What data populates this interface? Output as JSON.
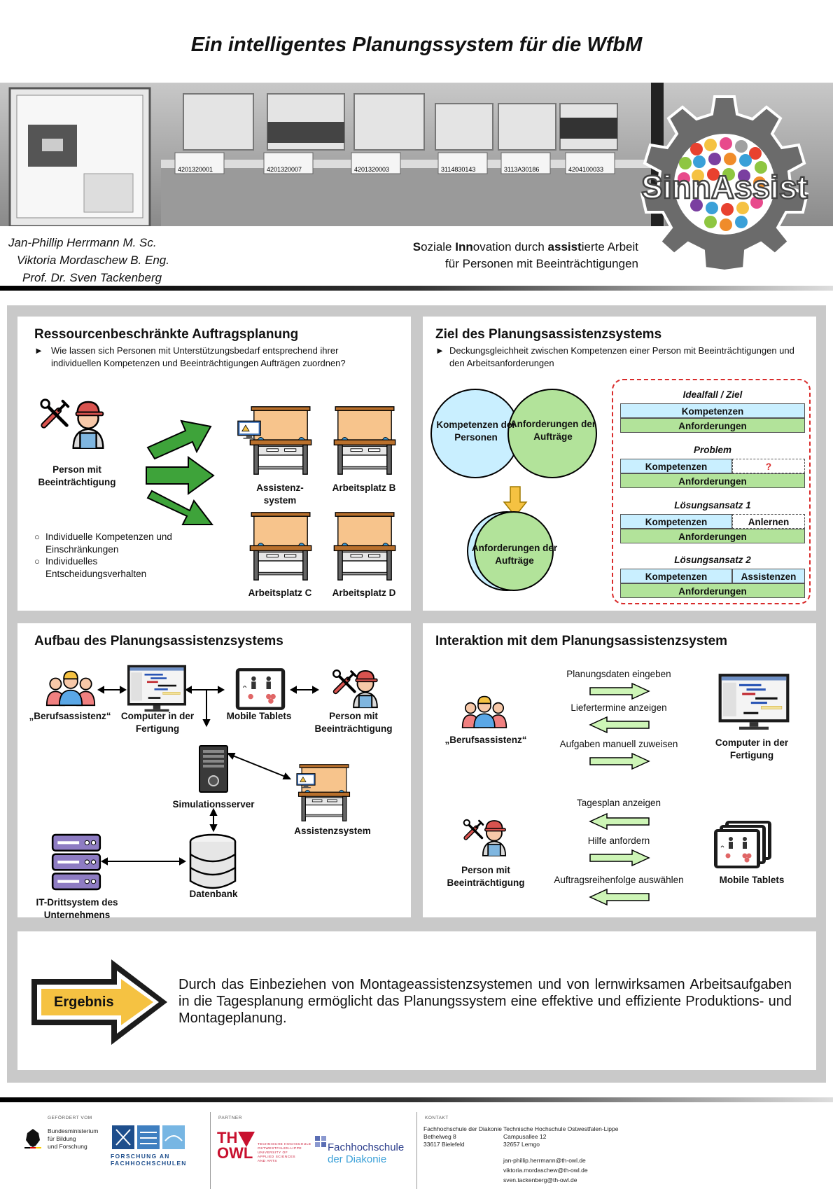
{
  "title": "Ein intelligentes Planungssystem für die WfbM",
  "photo": {
    "labels": [
      "4201320001",
      "4201320007",
      "4201320003",
      "3114830143",
      "3113A30186",
      "4204100033"
    ]
  },
  "logo": {
    "text": "SinnAssist"
  },
  "authors": [
    "Jan-Phillip Herrmann M. Sc.",
    "Viktoria Mordaschew B. Eng.",
    "Prof. Dr. Sven Tackenberg"
  ],
  "tagline": {
    "line1": [
      {
        "t": "S",
        "b": true
      },
      {
        "t": "oziale ",
        "b": false
      },
      {
        "t": "Inn",
        "b": true
      },
      {
        "t": "ovation durch ",
        "b": false
      },
      {
        "t": "assist",
        "b": true
      },
      {
        "t": "ierte Arbeit",
        "b": false
      }
    ],
    "line2": "für Personen mit Beeinträchtigungen"
  },
  "p1": {
    "title": "Ressourcenbeschränkte Auftragsplanung",
    "bullet": "Wie lassen sich Personen mit Unterstützungsbedarf entsprechend ihrer individuellen Kompetenzen und Beeinträchtigungen Aufträgen zuordnen?",
    "person": "Person mit Beeinträchtigung",
    "stations": [
      "Assistenz-\nsystem",
      "Arbeitsplatz B",
      "Arbeitsplatz C",
      "Arbeitsplatz D"
    ],
    "list": [
      "Individuelle Kompetenzen und Einschränkungen",
      "Individuelles Entscheidungsverhalten"
    ]
  },
  "p2": {
    "title": "Ziel des Planungsassistenzsystems",
    "bullet": "Deckungsgleichheit zwischen Kompetenzen einer Person mit Beeinträchtigungen und den Arbeitsanforderungen",
    "circleA": "Kompetenzen der Personen",
    "circleB": "Anforderungen der Aufträge",
    "circleC": "Anforderungen der Aufträge",
    "groups": [
      {
        "title": "Idealfall / Ziel",
        "k": "Kompetenzen",
        "a": "Anforderungen",
        "extra": ""
      },
      {
        "title": "Problem",
        "k": "Kompetenzen",
        "a": "Anforderungen",
        "extra": "?"
      },
      {
        "title": "Lösungsansatz 1",
        "k": "Kompetenzen",
        "a": "Anforderungen",
        "extra": "Anlernen"
      },
      {
        "title": "Lösungsansatz 2",
        "k": "Kompetenzen",
        "a": "Anforderungen",
        "extra": "Assistenzen"
      }
    ],
    "colors": {
      "blue": "#c9efff",
      "green": "#b2e39a",
      "dash": "#d92b2b"
    }
  },
  "p3": {
    "title": "Aufbau des Planungsassistenzsystems",
    "nodes": {
      "beruf": "„Berufsassistenz“",
      "computer": "Computer in der Fertigung",
      "tablets": "Mobile Tablets",
      "person": "Person mit Beeinträchtigung",
      "server": "Simulationsserver",
      "assist": "Assistenzsystem",
      "it": "IT-Drittsystem des Unternehmens",
      "db": "Datenbank"
    }
  },
  "p4": {
    "title": "Interaktion mit dem Planungsassistenzsystem",
    "beruf": "„Berufsassistenz“",
    "person": "Person mit Beeinträchtigung",
    "computer": "Computer in der Fertigung",
    "tablets": "Mobile Tablets",
    "actions": [
      {
        "label": "Planungsdaten eingeben",
        "dir": "right"
      },
      {
        "label": "Liefertermine anzeigen",
        "dir": "left"
      },
      {
        "label": "Aufgaben manuell zuweisen",
        "dir": "right"
      },
      {
        "label": "Tagesplan anzeigen",
        "dir": "left"
      },
      {
        "label": "Hilfe anfordern",
        "dir": "right"
      },
      {
        "label": "Auftragsreihenfolge auswählen",
        "dir": "left"
      }
    ]
  },
  "result": {
    "label": "Ergebnis",
    "text": "Durch das Einbeziehen von Montageassistenzsystemen und von lernwirksamen Arbeitsaufgaben in die Tagesplanung ermöglicht das Planungssystem eine effektive und effiziente Produktions- und Montageplanung."
  },
  "footer": {
    "funded_label": "GEFÖRDERT VOM",
    "ministry": [
      "Bundesministerium",
      "für Bildung",
      "und Forschung"
    ],
    "fh_program": [
      "FORSCHUNG AN",
      "FACHHOCHSCHULEN"
    ],
    "partner_label": "PARTNER",
    "thowl": [
      "TECHNISCHE HOCHSCHULE",
      "OSTWESTFALEN-LIPPE",
      "UNIVERSITY OF",
      "APPLIED SCIENCES",
      "AND ARTS"
    ],
    "thowl_mark": [
      "TH",
      "OWL"
    ],
    "diakonie": [
      "Fachhochschule",
      "der Diakonie"
    ],
    "contact_label": "KONTAKT",
    "addr1": [
      "Fachhochschule der Diakonie",
      "Bethelweg 8",
      "33617 Bielefeld"
    ],
    "addr2": [
      "Technische Hochschule Ostwestfalen-Lippe",
      "Campusallee 12",
      "32657 Lemgo"
    ],
    "emails": [
      "jan-phillip.herrmann@th-owl.de",
      "viktoria.mordaschew@th-owl.de",
      "sven.tackenberg@th-owl.de"
    ]
  }
}
